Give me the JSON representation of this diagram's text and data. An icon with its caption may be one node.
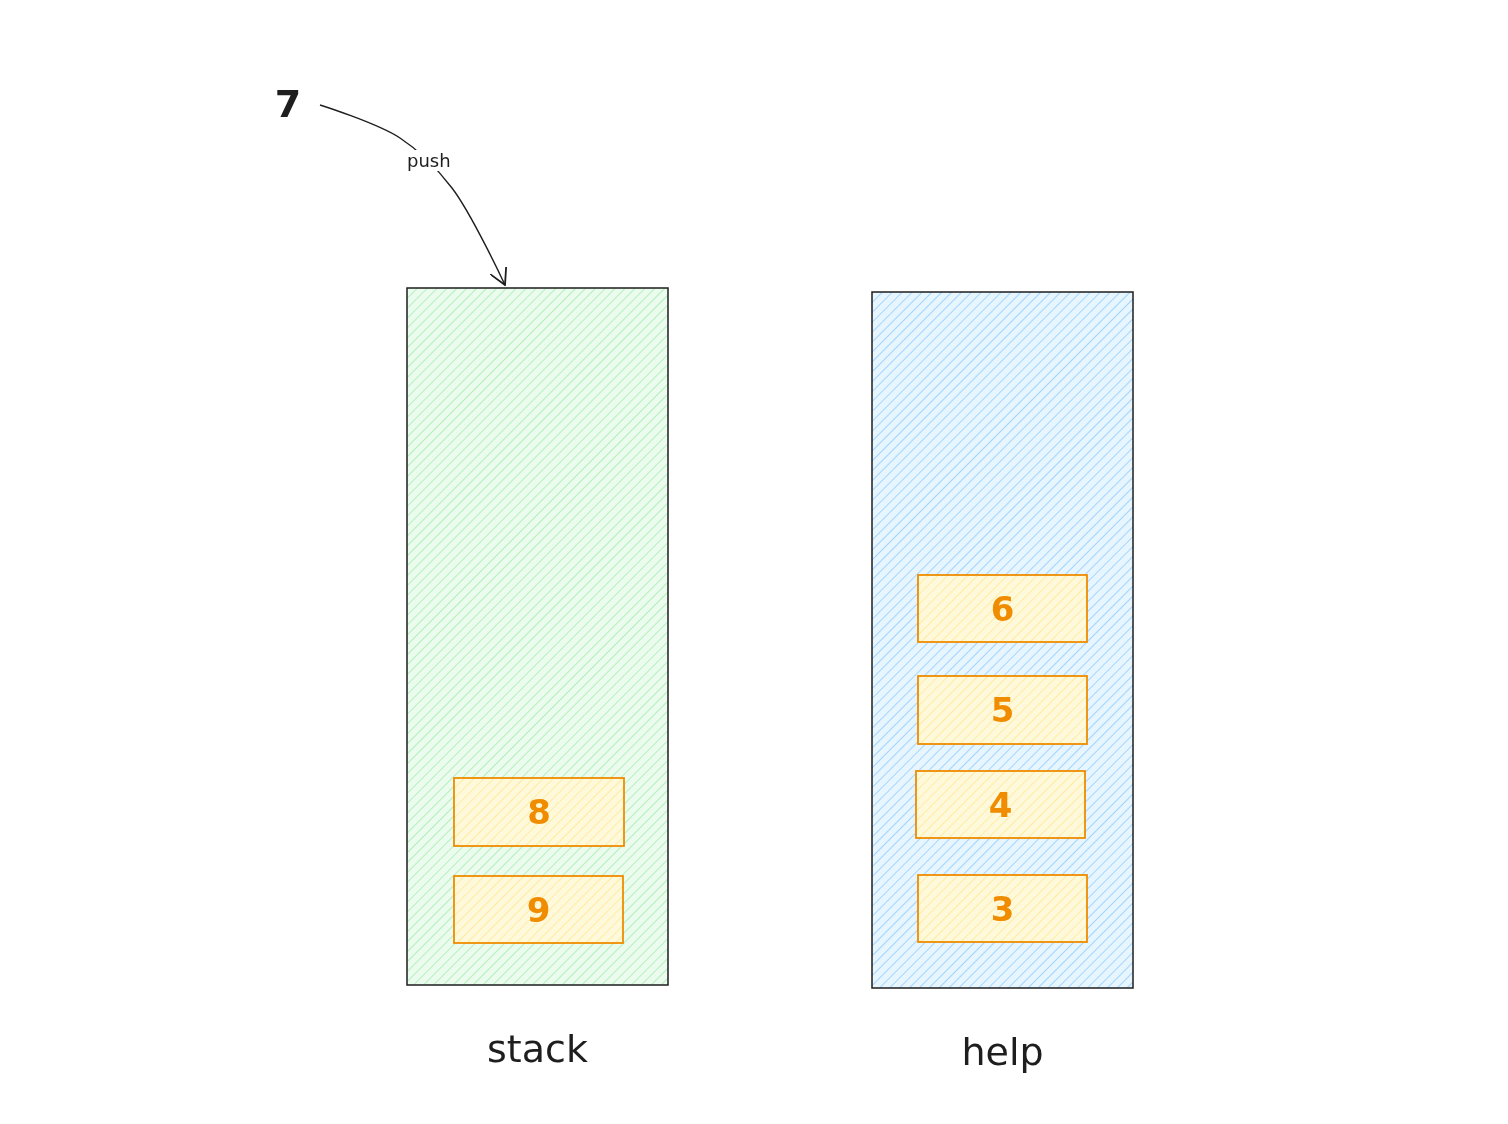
{
  "diagram": {
    "nodes": [
      {
        "text": [
          "7"
        ]
      },
      {
        "text": [
          "stack"
        ]
      },
      {
        "text": [
          "8"
        ],
        "in": 1
      },
      {
        "text": [
          "9"
        ],
        "in": 1
      },
      {
        "text": [
          "help"
        ]
      },
      {
        "text": [
          "6"
        ],
        "in": 4
      },
      {
        "text": [
          "5"
        ],
        "in": 4
      },
      {
        "text": [
          "4"
        ],
        "in": 4
      },
      {
        "text": [
          "3"
        ],
        "in": 4
      }
    ],
    "edges": [
      {
        "from": 0,
        "to": 1,
        "arrow": "to",
        "label": "push"
      }
    ]
  }
}
